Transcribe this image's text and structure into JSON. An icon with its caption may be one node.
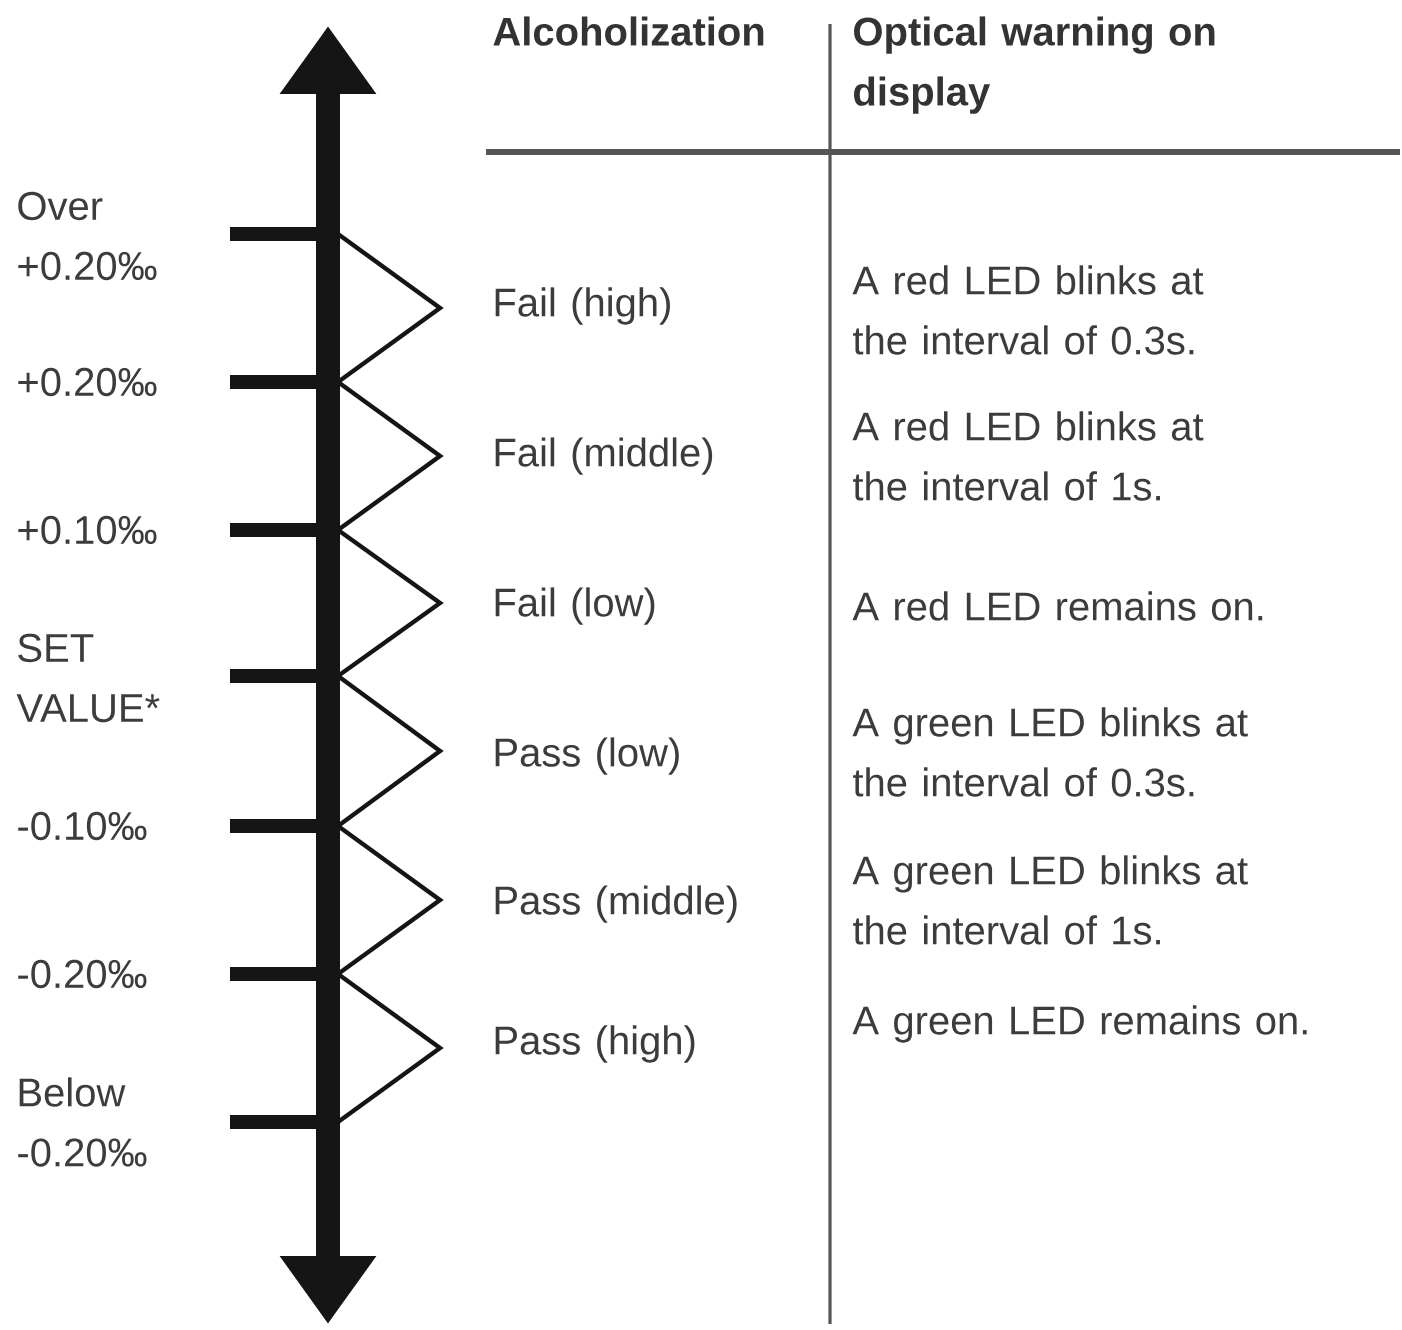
{
  "diagram": {
    "labels": [
      "Alcoholization",
      "Optical warning on display",
      "Over +0.20‰",
      "Fail (high)",
      "A red LED blinks at the interval of 0.3s.",
      "+0.20‰",
      "Fail (middle)",
      "A red LED blinks at the interval of 1s.",
      "+0.10‰",
      "Fail (low)",
      "A red LED remains on.",
      "SET VALUE*",
      "Pass (low)",
      "A green LED blinks at the interval of 0.3s.",
      "-0.10‰",
      "Pass (middle)",
      "A green LED blinks at the interval of 1s.",
      "-0.20‰",
      "Pass (high)",
      "A green LED remains on.",
      "Below -0.20‰"
    ]
  }
}
